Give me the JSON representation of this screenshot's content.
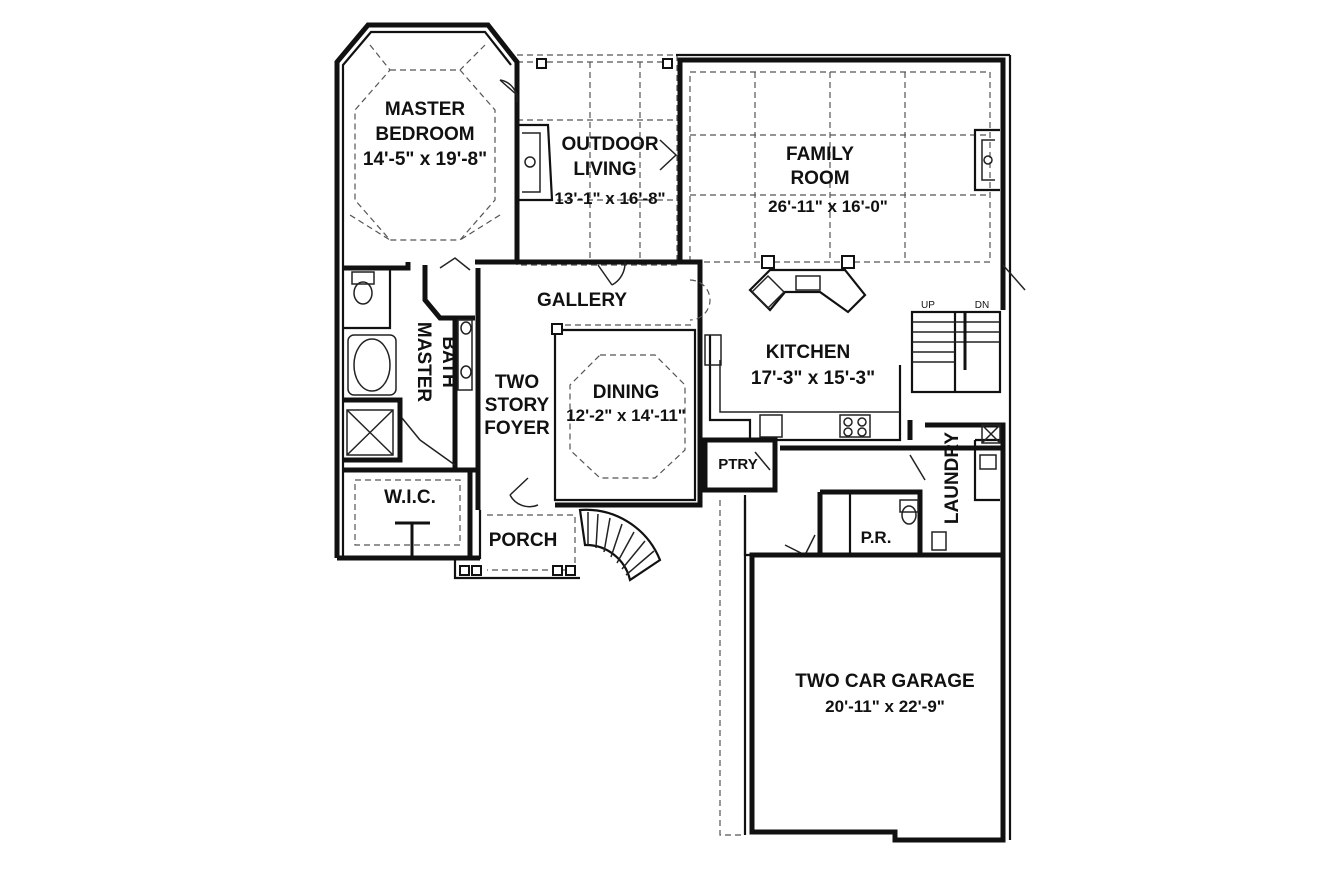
{
  "plan": {
    "rooms": {
      "master_bedroom": {
        "name_1": "MASTER",
        "name_2": "BEDROOM",
        "size": "14'-5\" x 19'-8\""
      },
      "outdoor_living": {
        "name_1": "OUTDOOR",
        "name_2": "LIVING",
        "size": "13'-1\" x 16'-8\""
      },
      "family_room": {
        "name_1": "FAMILY",
        "name_2": "ROOM",
        "size": "26'-11\" x 16'-0\""
      },
      "gallery": {
        "name": "GALLERY"
      },
      "kitchen": {
        "name": "KITCHEN",
        "size": "17'-3\" x 15'-3\""
      },
      "master_bath": {
        "name_1": "MASTER",
        "name_2": "BATH"
      },
      "foyer": {
        "name_1": "TWO",
        "name_2": "STORY",
        "name_3": "FOYER"
      },
      "dining": {
        "name": "DINING",
        "size": "12'-2\" x 14'-11\""
      },
      "pantry": {
        "name": "PTRY"
      },
      "laundry": {
        "name": "LAUNDRY"
      },
      "wic": {
        "name": "W.I.C."
      },
      "porch": {
        "name": "PORCH"
      },
      "powder_room": {
        "name": "P.R."
      },
      "garage": {
        "name": "TWO CAR GARAGE",
        "size": "20'-11\" x 22'-9\""
      }
    },
    "stairs": {
      "up": "UP",
      "down": "DN"
    }
  }
}
